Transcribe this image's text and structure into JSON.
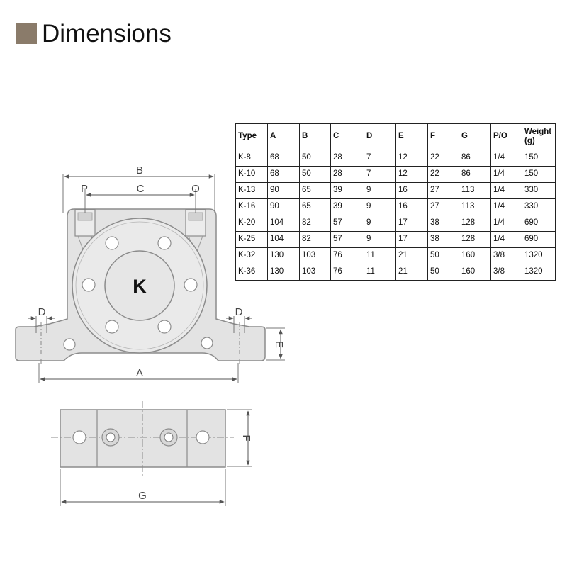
{
  "header": {
    "title": "Dimensions"
  },
  "table": {
    "columns": [
      "Type",
      "A",
      "B",
      "C",
      "D",
      "E",
      "F",
      "G",
      "P/O",
      "Weight (g)"
    ],
    "rows": [
      [
        "K-8",
        "68",
        "50",
        "28",
        "7",
        "12",
        "22",
        "86",
        "1/4",
        "150"
      ],
      [
        "K-10",
        "68",
        "50",
        "28",
        "7",
        "12",
        "22",
        "86",
        "1/4",
        "150"
      ],
      [
        "K-13",
        "90",
        "65",
        "39",
        "9",
        "16",
        "27",
        "113",
        "1/4",
        "330"
      ],
      [
        "K-16",
        "90",
        "65",
        "39",
        "9",
        "16",
        "27",
        "113",
        "1/4",
        "330"
      ],
      [
        "K-20",
        "104",
        "82",
        "57",
        "9",
        "17",
        "38",
        "128",
        "1/4",
        "690"
      ],
      [
        "K-25",
        "104",
        "82",
        "57",
        "9",
        "17",
        "38",
        "128",
        "1/4",
        "690"
      ],
      [
        "K-32",
        "130",
        "103",
        "76",
        "11",
        "21",
        "50",
        "160",
        "3/8",
        "1320"
      ],
      [
        "K-36",
        "130",
        "103",
        "76",
        "11",
        "21",
        "50",
        "160",
        "3/8",
        "1320"
      ]
    ]
  },
  "drawing": {
    "center_mark": "K",
    "labels": {
      "A": "A",
      "B": "B",
      "C": "C",
      "D": "D",
      "E": "E",
      "F": "F",
      "G": "G",
      "P": "P",
      "O": "O"
    }
  },
  "colors": {
    "title_square": "#8a7b6a",
    "part_fill": "#e3e3e3",
    "part_stroke": "#8c8c8c"
  }
}
